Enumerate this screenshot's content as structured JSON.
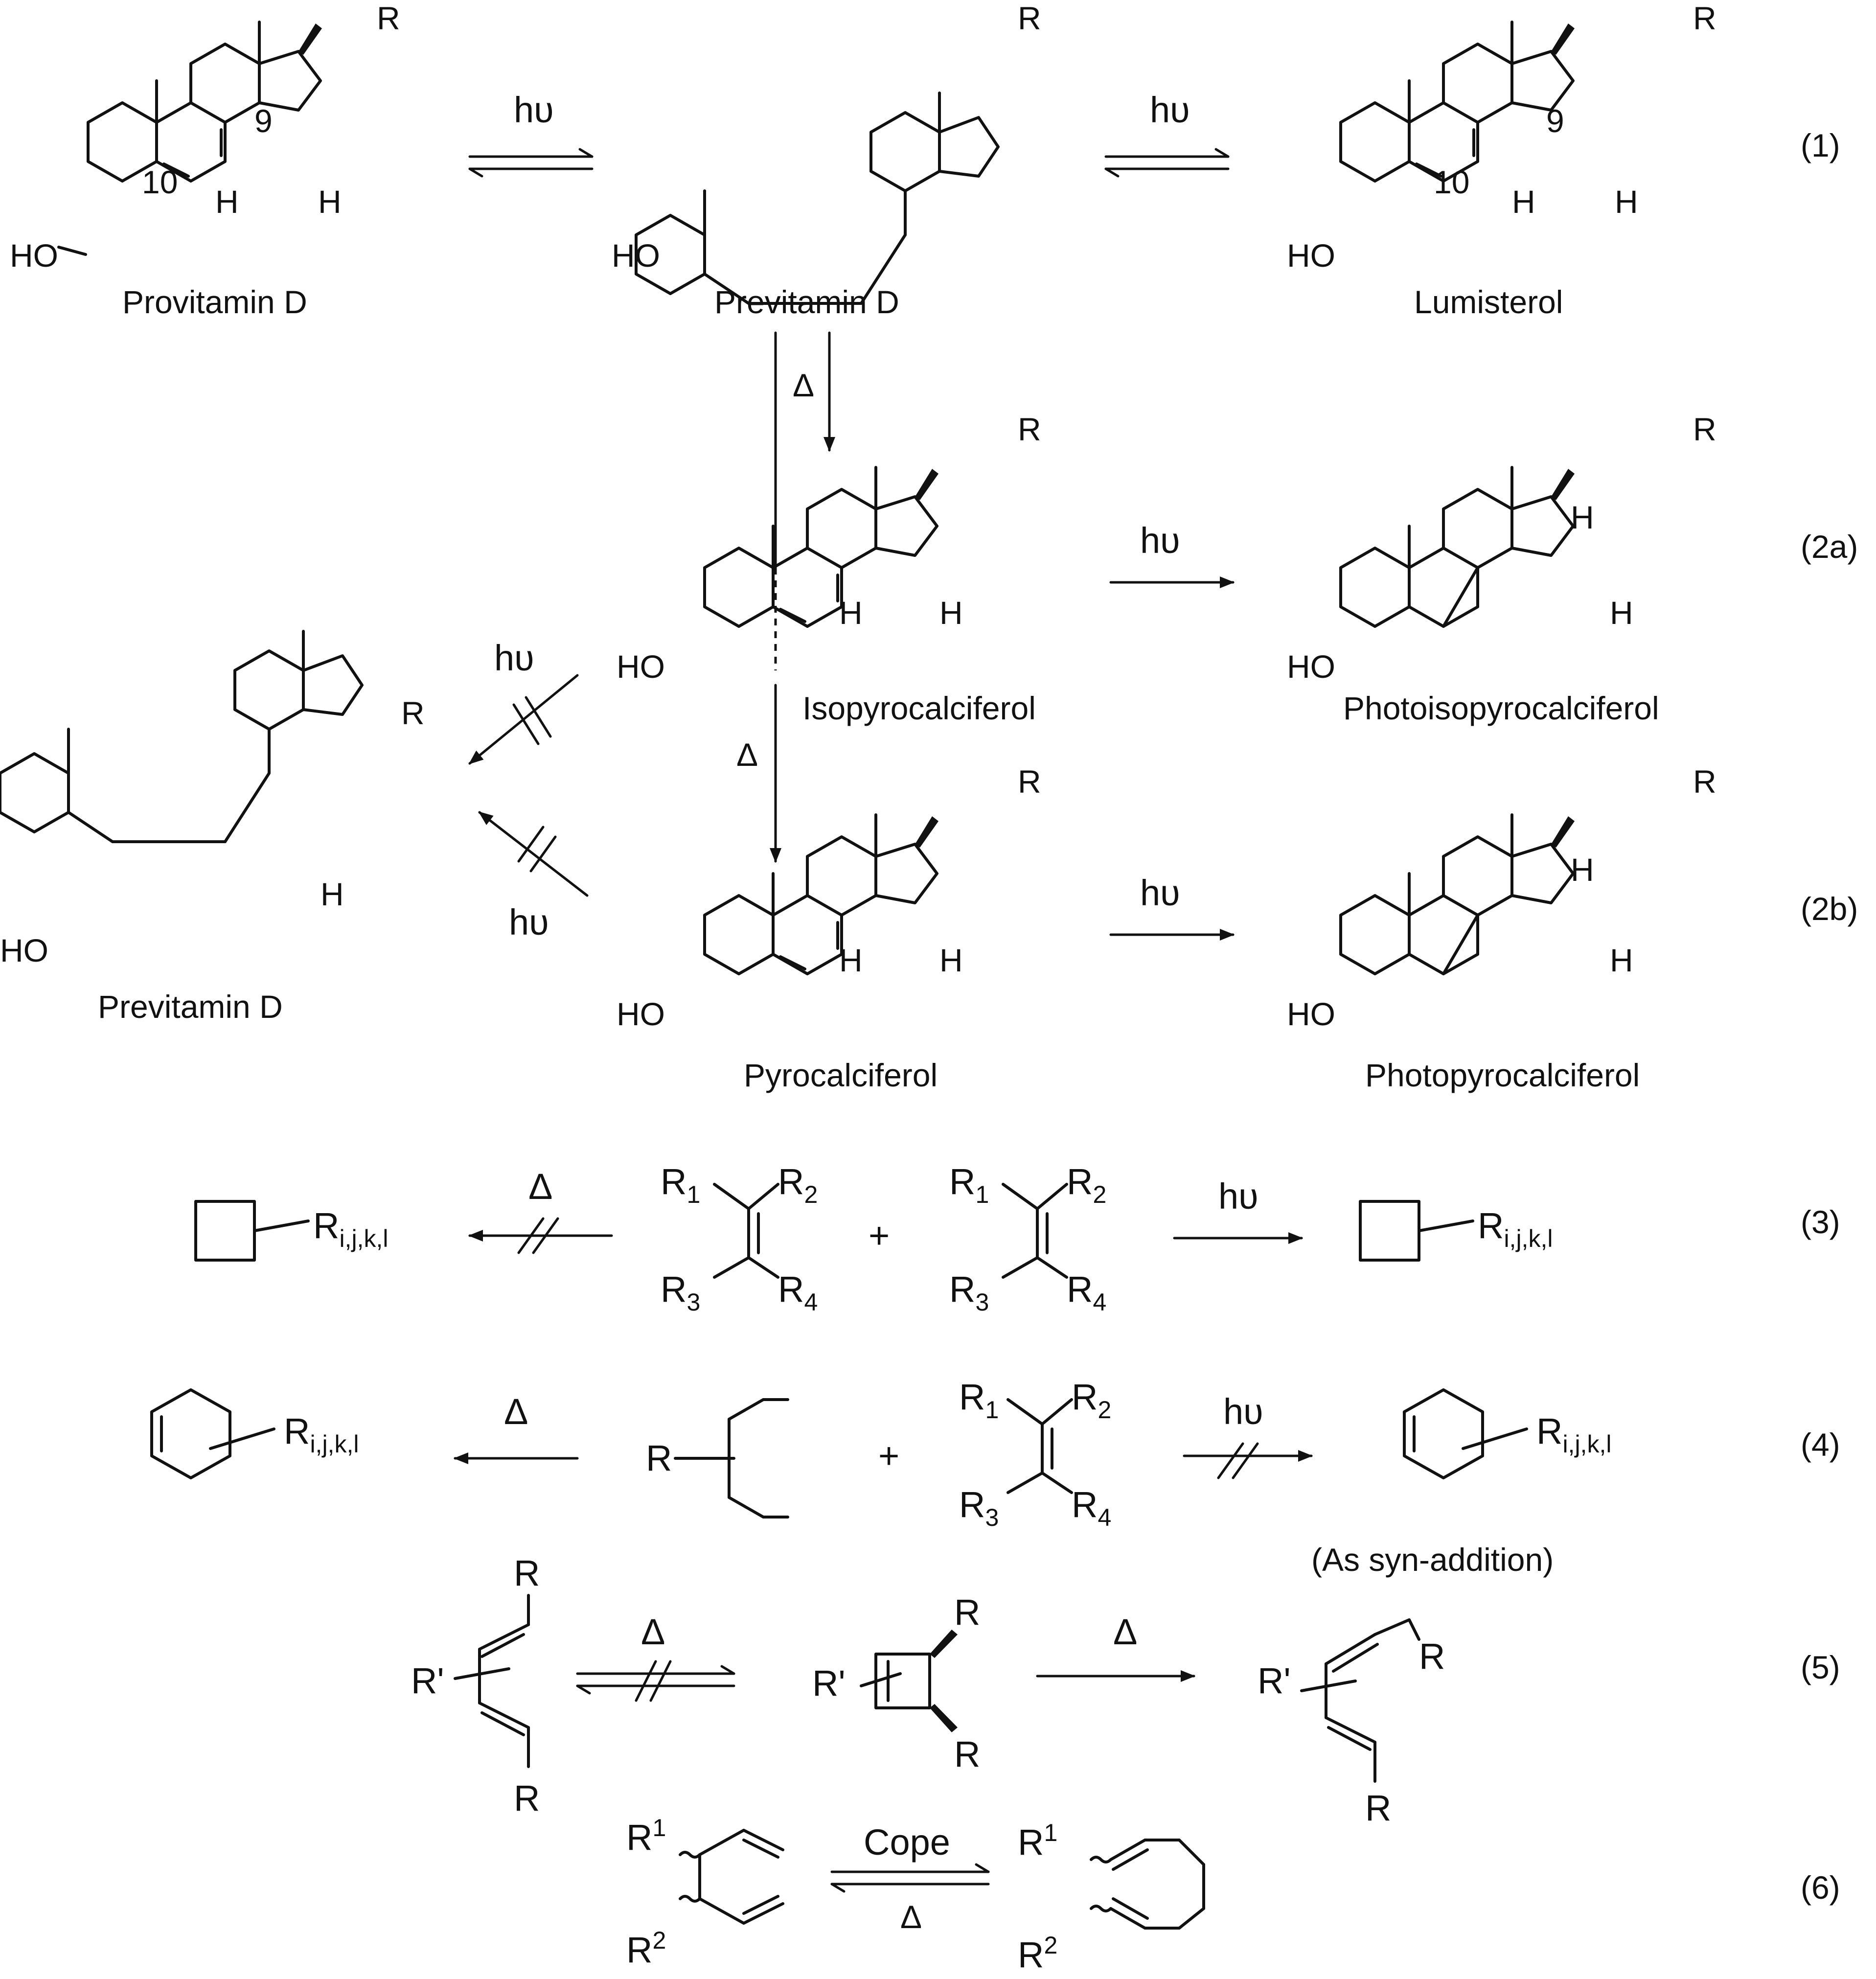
{
  "symbols": {
    "hv": "hυ",
    "heat": "Δ",
    "plus": "+",
    "r": "R",
    "h": "H",
    "ho": "HO",
    "rprime": "R'",
    "c9": "9",
    "c10": "10",
    "r_sub_main": "R",
    "r_sub_ijkl": "i,j,k,l",
    "r1": "R",
    "sup1": "1",
    "sup2": "2"
  },
  "compounds": {
    "provitamin_d": "Provitamin D",
    "previtamin_d": "Previtamin D",
    "lumisterol": "Lumisterol",
    "isopyrocalciferol": "Isopyrocalciferol",
    "photoisopyrocalciferol": "Photoisopyrocalciferol",
    "pyrocalciferol": "Pyrocalciferol",
    "photopyrocalciferol": "Photopyrocalciferol"
  },
  "substituents": {
    "r1": "R",
    "s1": "1",
    "s2": "2",
    "s3": "3",
    "s4": "4"
  },
  "equations": {
    "eq1": "(1)",
    "eq2a": "(2a)",
    "eq2b": "(2b)",
    "eq3": "(3)",
    "eq4": "(4)",
    "eq5": "(5)",
    "eq6": "(6)"
  },
  "notes": {
    "syn_addition": "(As syn-addition)",
    "cope": "Cope"
  }
}
